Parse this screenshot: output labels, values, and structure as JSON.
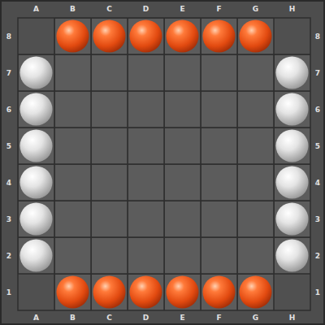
{
  "diagram": {
    "labels": [
      "A",
      "B",
      "C",
      "D",
      "E",
      "F",
      "G",
      "H",
      "8",
      "8",
      "7",
      "7",
      "6",
      "6",
      "5",
      "5",
      "4",
      "4",
      "3",
      "3",
      "2",
      "2",
      "1",
      "1",
      "A",
      "B",
      "C",
      "D",
      "E",
      "F",
      "G",
      "H"
    ]
  }
}
